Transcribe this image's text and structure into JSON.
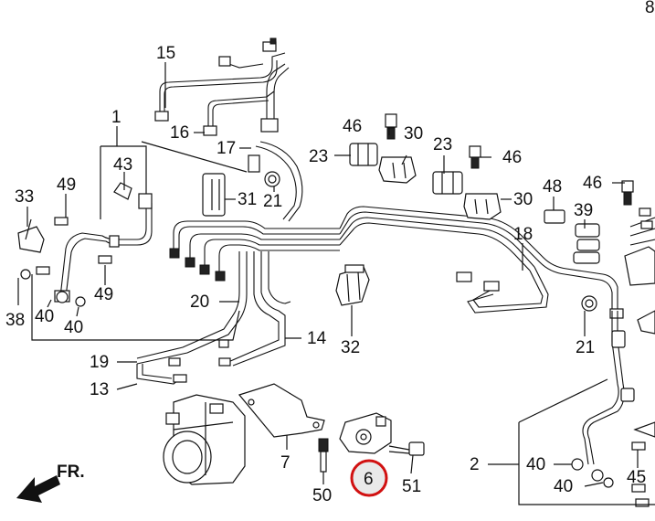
{
  "diagram": {
    "callouts": [
      {
        "id": "c15",
        "text": "15"
      },
      {
        "id": "c16",
        "text": "16"
      },
      {
        "id": "c1",
        "text": "1"
      },
      {
        "id": "c43",
        "text": "43"
      },
      {
        "id": "c17",
        "text": "17"
      },
      {
        "id": "c46a",
        "text": "46"
      },
      {
        "id": "c30a",
        "text": "30"
      },
      {
        "id": "c23a",
        "text": "23"
      },
      {
        "id": "c23b",
        "text": "23"
      },
      {
        "id": "c46b",
        "text": "46"
      },
      {
        "id": "c33",
        "text": "33"
      },
      {
        "id": "c49a",
        "text": "49"
      },
      {
        "id": "c31",
        "text": "31"
      },
      {
        "id": "c21a",
        "text": "21"
      },
      {
        "id": "c48",
        "text": "48"
      },
      {
        "id": "c46c",
        "text": "46"
      },
      {
        "id": "c30b",
        "text": "30"
      },
      {
        "id": "c39",
        "text": "39"
      },
      {
        "id": "c18",
        "text": "18"
      },
      {
        "id": "c49b",
        "text": "49"
      },
      {
        "id": "c38",
        "text": "38"
      },
      {
        "id": "c40a",
        "text": "40"
      },
      {
        "id": "c40b",
        "text": "40"
      },
      {
        "id": "c20",
        "text": "20"
      },
      {
        "id": "c32",
        "text": "32"
      },
      {
        "id": "c14",
        "text": "14"
      },
      {
        "id": "c21b",
        "text": "21"
      },
      {
        "id": "c19",
        "text": "19"
      },
      {
        "id": "c13",
        "text": "13"
      },
      {
        "id": "c7",
        "text": "7"
      },
      {
        "id": "c50",
        "text": "50"
      },
      {
        "id": "c6",
        "text": "6"
      },
      {
        "id": "c51",
        "text": "51"
      },
      {
        "id": "c2",
        "text": "2"
      },
      {
        "id": "c40c",
        "text": "40"
      },
      {
        "id": "c40d",
        "text": "40"
      },
      {
        "id": "c45",
        "text": "45"
      },
      {
        "id": "c8",
        "text": "8"
      }
    ],
    "direction_label": "FR.",
    "highlighted_part": "6",
    "highlight_color": "#d11111"
  }
}
